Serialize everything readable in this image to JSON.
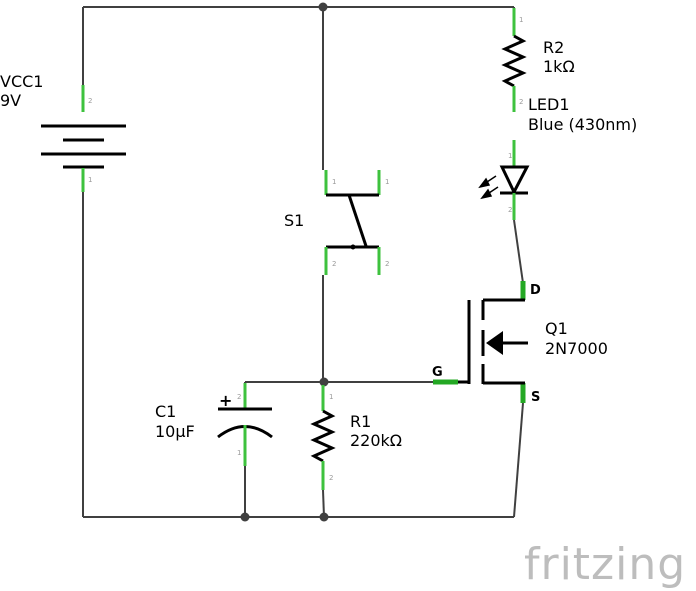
{
  "components": {
    "vcc": {
      "name": "VCC1",
      "value": "9V",
      "pin_top": "2",
      "pin_bottom": "1"
    },
    "r2": {
      "name": "R2",
      "value": "1kΩ",
      "pin_top": "1",
      "pin_bottom": "2"
    },
    "led": {
      "name": "LED1",
      "value": "Blue (430nm)",
      "pin_top": "1",
      "pin_bottom": "2"
    },
    "s1": {
      "name": "S1",
      "pin_tl": "1",
      "pin_tr": "1",
      "pin_bl": "2",
      "pin_br": "2"
    },
    "q1": {
      "name": "Q1",
      "value": "2N7000",
      "drain": "D",
      "gate": "G",
      "source": "S"
    },
    "c1": {
      "name": "C1",
      "value": "10µF",
      "polarity": "+",
      "pin_top": "2",
      "pin_bottom": "1"
    },
    "r1": {
      "name": "R1",
      "value": "220kΩ",
      "pin_top": "1",
      "pin_bottom": "2"
    }
  },
  "branding": {
    "logo": "fritzing"
  },
  "colors": {
    "wire": "#404040",
    "pin": "#3ec23e",
    "logo": "#bdbdbd"
  }
}
